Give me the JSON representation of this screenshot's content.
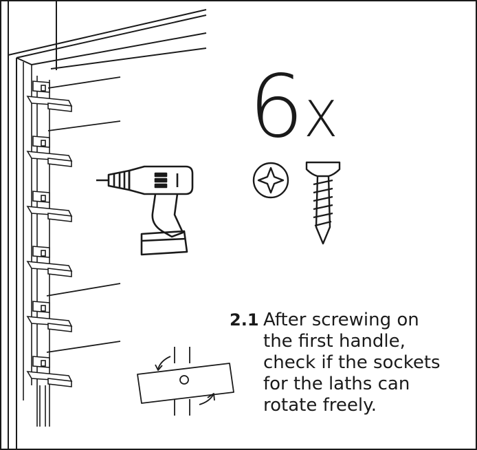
{
  "instruction": {
    "quantity": "6",
    "multiplier": "X",
    "step_number": "2.1",
    "step_text": "After screwing on\nthe first handle,\ncheck if the sockets\nfor the laths can\nrotate freely."
  },
  "icons": {
    "drill": "power-drill-icon",
    "phillips": "phillips-head-icon",
    "screw": "wood-screw-icon",
    "rotation": "rotate-arrows-icon"
  }
}
